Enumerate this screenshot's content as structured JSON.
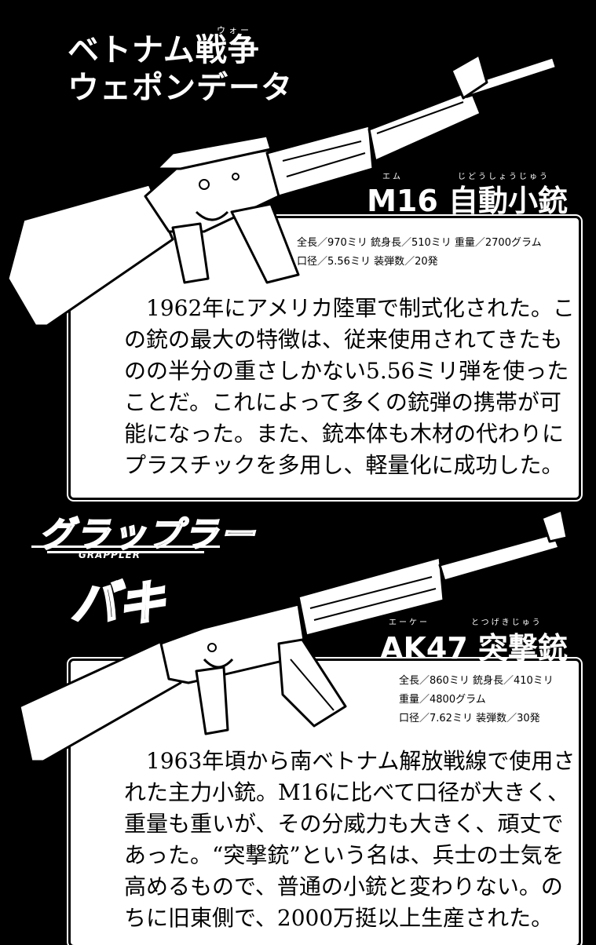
{
  "header": {
    "ruby": "ウォー",
    "line1": "ベトナム戦争",
    "line2": "ウェポンデータ"
  },
  "m16": {
    "ruby_model": "エム",
    "ruby_type": "じどうしょうじゅう",
    "title": "M16 自動小銃",
    "specs": [
      "全長／970ミリ 銃身長／510ミリ 重量／2700グラム",
      "口径／5.56ミリ 装弾数／20発"
    ],
    "body": [
      "　1962年にアメリカ陸軍で制式化された。こ",
      "の銃の最大の特徴は、従来使用されてきたも",
      "のの半分の重さしかない5.56ミリ弾を使った",
      "ことだ。これによって多くの銃弾の携帯が可",
      "能になった。また、銃本体も木材の代わりに",
      "プラスチックを多用し、軽量化に成功した。"
    ]
  },
  "logo": {
    "title": "グラップラー",
    "subtitle": "GRAPPLER",
    "name": "バキ"
  },
  "ak47": {
    "ruby_model": "エーケー",
    "ruby_type": "とつげきじゅう",
    "title": "AK47 突撃銃",
    "specs": [
      "全長／860ミリ 銃身長／410ミリ",
      "重量／4800グラム",
      "口径／7.62ミリ 装弾数／30発"
    ],
    "body": [
      "　1963年頃から南ベトナム解放戦線で使用さ",
      "れた主力小銃。M16に比べて口径が大きく、",
      "重量も重いが、その分威力も大きく、頑丈で",
      "あった。“突撃銃”という名は、兵士の士気を",
      "高めるもので、普通の小銃と変わりない。の",
      "ちに旧東側で、2000万挺以上生産された。"
    ]
  }
}
